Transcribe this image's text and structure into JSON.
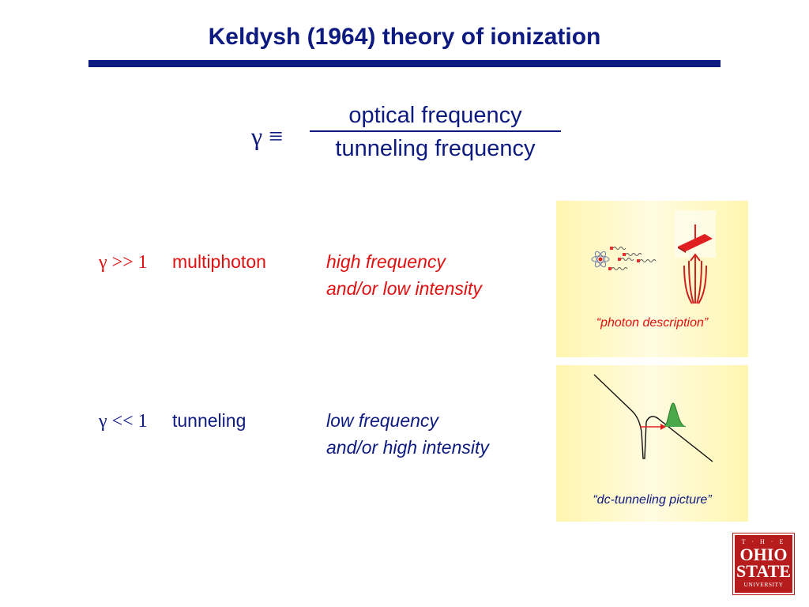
{
  "title": "Keldysh (1964) theory of ionization",
  "definition": {
    "symbol": "γ ≡",
    "numerator": "optical frequency",
    "denominator": "tunneling frequency"
  },
  "rows": [
    {
      "condition": "γ >> 1",
      "regime": "multiphoton",
      "line1": "high frequency",
      "line2": "and/or low intensity"
    },
    {
      "condition": "γ << 1",
      "regime": "tunneling",
      "line1": "low frequency",
      "line2": "and/or high intensity"
    }
  ],
  "panels": {
    "photon_caption": "“photon description”",
    "tunneling_caption": "“dc-tunneling picture”"
  },
  "logo": {
    "line1": "T · H · E",
    "line2": "OHIO",
    "line3": "STATE",
    "line4": "UNIVERSITY"
  },
  "colors": {
    "navy": "#0d1a80",
    "red": "#e01010",
    "panel_yellow": "#fff6b0",
    "logo_red": "#b71c1c"
  }
}
